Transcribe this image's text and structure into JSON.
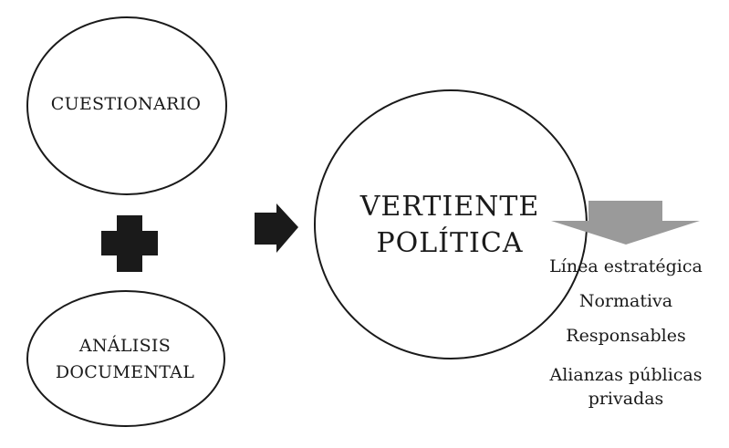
{
  "diagram": {
    "nodes": {
      "cuestionario": "CUESTIONARIO",
      "analisis_line1": "ANÁLISIS",
      "analisis_line2": "DOCUMENTAL",
      "vertiente_line1": "VERTIENTE",
      "vertiente_line2": "POLÍTICA"
    },
    "outputs": [
      "Línea estratégica",
      "Normativa",
      "Responsables",
      "Alianzas públicas",
      "privadas"
    ],
    "colors": {
      "stroke": "#1a1a1a",
      "plus": "#1a1a1a",
      "arrow_right": "#1a1a1a",
      "arrow_down": "#9a9a9a"
    },
    "icons": [
      "plus-icon",
      "arrow-right-icon",
      "arrow-down-icon"
    ]
  }
}
